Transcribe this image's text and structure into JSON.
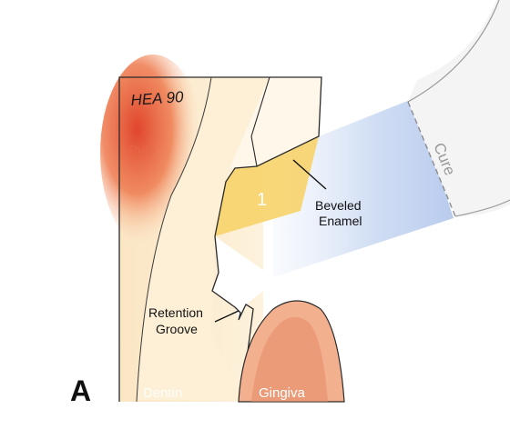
{
  "figure": {
    "panel_letter": "A",
    "signature": "HEA 90"
  },
  "labels": {
    "pulp": "Pulp",
    "restoration": "1",
    "beveled_enamel_line1": "Beveled",
    "beveled_enamel_line2": "Enamel",
    "retention_groove_line1": "Retention",
    "retention_groove_line2": "Groove",
    "dentin": "Dentin",
    "gingiva": "Gingiva",
    "cure": "Cure"
  },
  "colors": {
    "pulp_red": "#e0452c",
    "dentin": "#fdf0d6",
    "enamel": "#fff8ea",
    "restoration": "#f7d36a",
    "gingiva": "#f3b08e",
    "gingiva_inner": "#e48a66",
    "light_blue": "#c9d8f2",
    "outline": "#222222"
  }
}
